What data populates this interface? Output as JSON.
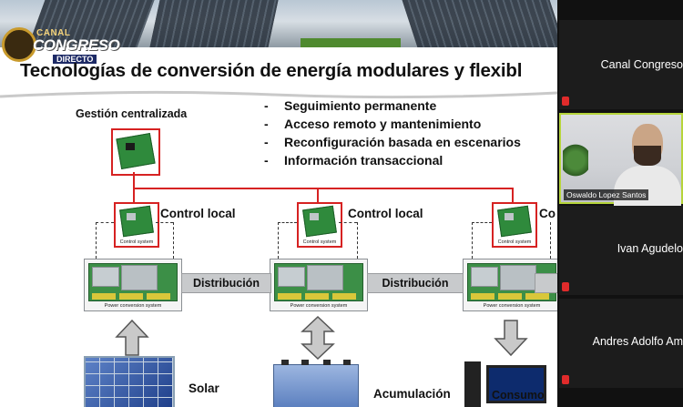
{
  "slide": {
    "title": "Tecnologías de conversión de energía modulares y flexibl",
    "logo": {
      "top": "CANAL",
      "main": "CONGRESO",
      "sub": "DIRECTO"
    },
    "central_label": "Gestión centralizada",
    "bullets": [
      "Seguimiento permanente",
      "Acceso remoto y mantenimiento",
      "Reconfiguración basada en escenarios",
      "Información transaccional"
    ],
    "control_label": "Control local",
    "control_label_cut": "Co",
    "control_caption": "Control system",
    "pcs_caption": "Power conversion system",
    "distribution_label": "Distribución",
    "sources": [
      "Solar",
      "Acumulación",
      "Consumo"
    ]
  },
  "participants": [
    {
      "name": "Canal Congreso",
      "video": false
    },
    {
      "name": "Oswaldo Lopez Santos",
      "video": true
    },
    {
      "name": "Ivan Agudelo",
      "video": false
    },
    {
      "name": "Andres Adolfo Am",
      "video": false
    }
  ],
  "colors": {
    "accent_red": "#d62222",
    "active_speaker": "#b6d43a"
  }
}
